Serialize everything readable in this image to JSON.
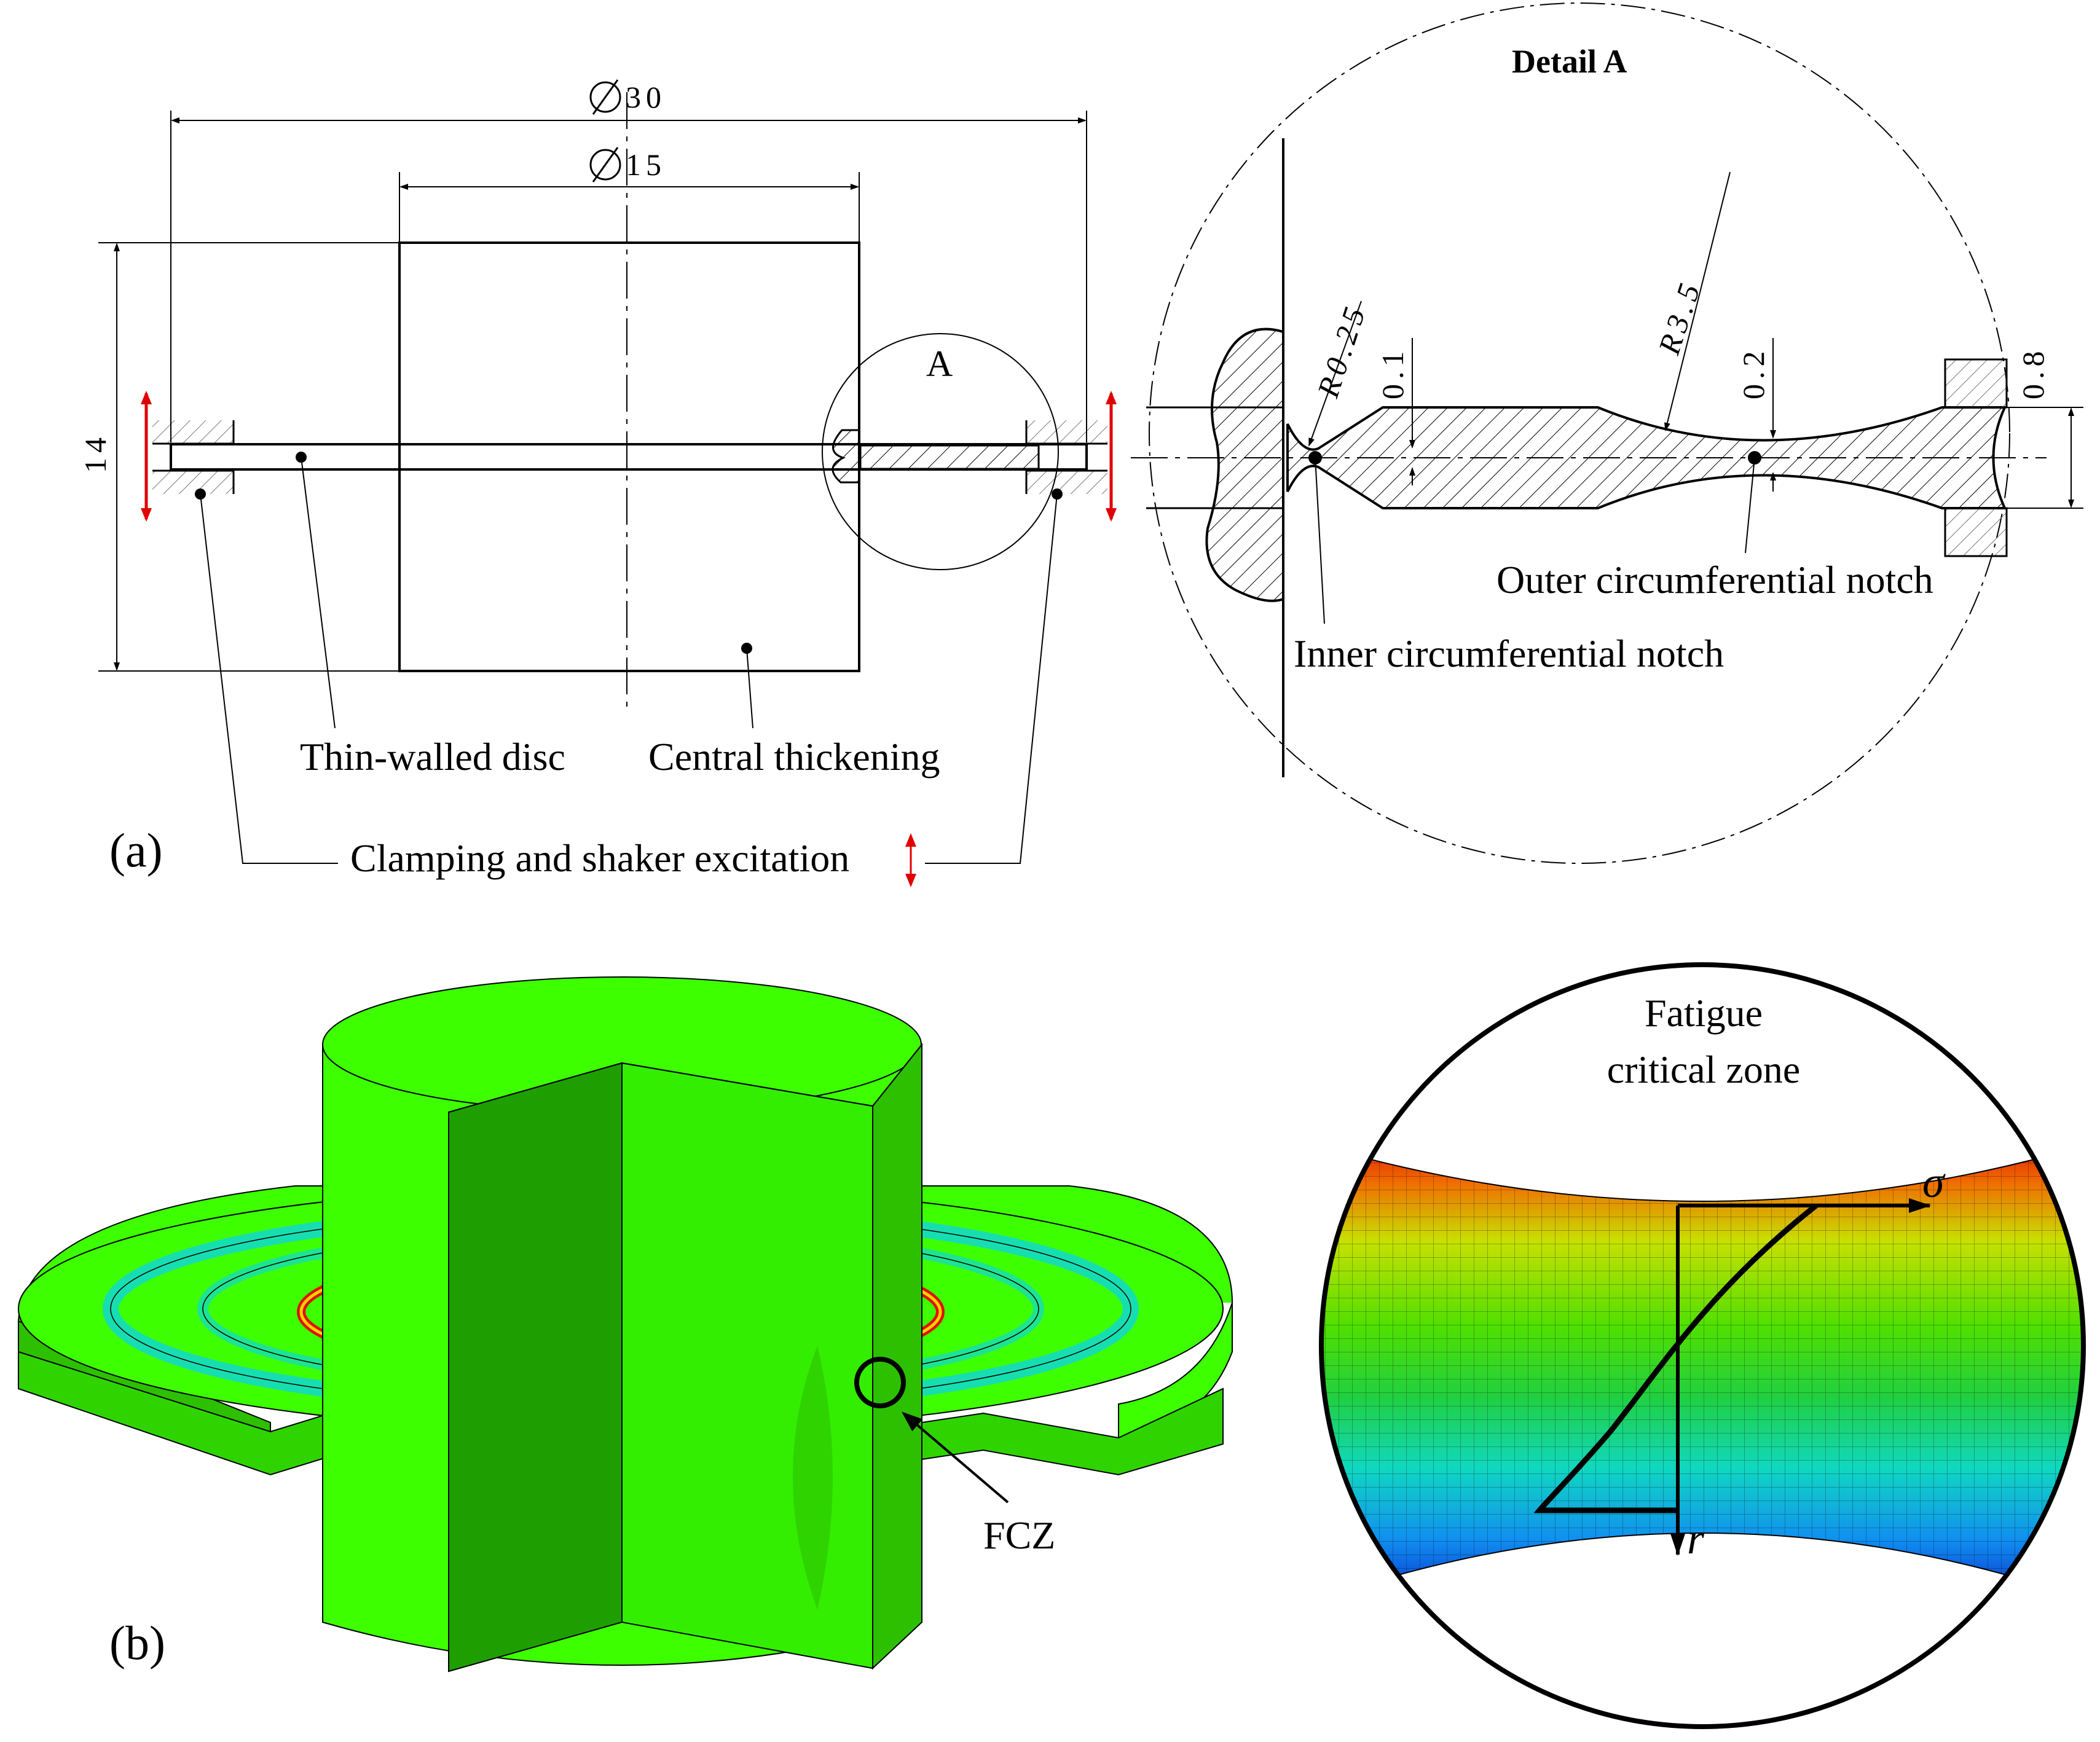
{
  "panel_a": {
    "panel_label": "(a)",
    "dim_outer_diameter": "30",
    "dim_inner_diameter": "15",
    "dim_height": "14",
    "detail_marker": "A",
    "callout_thin_disc": "Thin-walled disc",
    "callout_central": "Central thickening",
    "callout_clamping": "Clamping and shaker excitation"
  },
  "detail_a": {
    "title": "Detail A",
    "radius_small": "R0.25",
    "radius_large": "R3.5",
    "dim_01": "0.1",
    "dim_02": "0.2",
    "dim_08": "0.8",
    "callout_outer_notch": "Outer circumferential notch",
    "callout_inner_notch": "Inner circumferential notch"
  },
  "panel_b": {
    "panel_label": "(b)",
    "fcz_label": "FCZ",
    "zone_title_line1": "Fatigue",
    "zone_title_line2": "critical zone",
    "axis_sigma": "σ",
    "axis_r": "r"
  },
  "colors": {
    "fem_green": "#3dff00",
    "fem_dark_green": "#1f9e00",
    "excitation_arrow": "#e00000",
    "stress_red": "#e01000",
    "stress_blue": "#0a20c8"
  }
}
